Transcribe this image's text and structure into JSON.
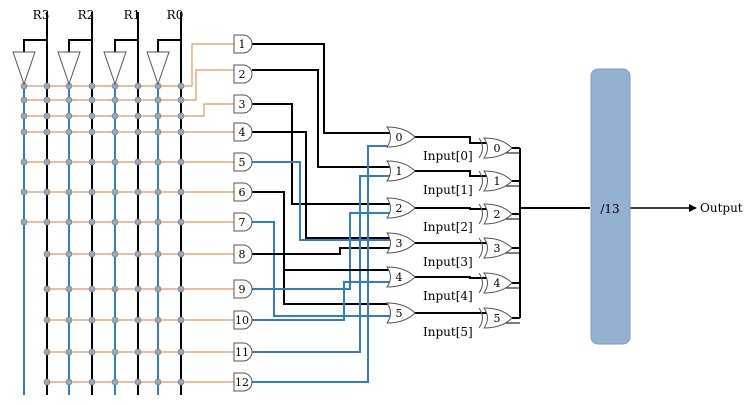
{
  "register_labels": [
    "R3",
    "R2",
    "R1",
    "R0"
  ],
  "and_gate_labels": [
    "1",
    "2",
    "3",
    "4",
    "5",
    "6",
    "7",
    "8",
    "9",
    "10",
    "11",
    "12"
  ],
  "or_gate_labels": [
    "0",
    "1",
    "2",
    "3",
    "4",
    "5"
  ],
  "xor_gate_labels": [
    "0",
    "1",
    "2",
    "3",
    "4",
    "5"
  ],
  "input_labels": [
    "Input[0]",
    "Input[1]",
    "Input[2]",
    "Input[3]",
    "Input[4]",
    "Input[5]"
  ],
  "divider_label": "/13",
  "output_label": "Output",
  "colors": {
    "wire_black": "#000000",
    "wire_blue": "#2f7fc8",
    "wire_orange": "#e8955a",
    "node": "#9aa7b8",
    "divider_fill": "#93b2d2",
    "divider_stroke": "#7f9cbc"
  }
}
